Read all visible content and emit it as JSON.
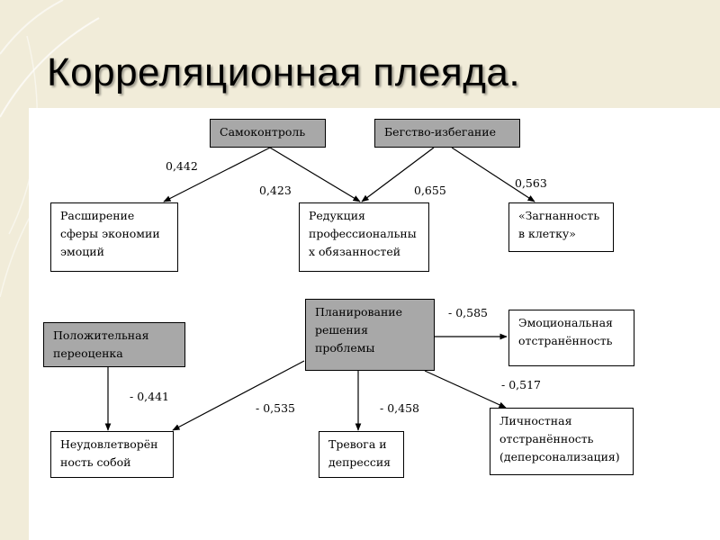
{
  "title": "Корреляционная плеяда.",
  "nodes": {
    "samokontrol": "Самоконтроль",
    "begstvo": "Бегство-избегание",
    "rasshirenie": "Расширение\nсферы экономии\nэмоций",
    "redukciya": "Редукция\nпрофессиональны\nх обязанностей",
    "zagnannost": "«Загнанность\nв клетку»",
    "pereocenka": "Положительная\nпереоценка",
    "planirovanie": "Планирование\nрешения\nпроблемы",
    "emo_otstr": "Эмоциональная\nотстранённость",
    "neudovl": "Неудовлетворён\nность собой",
    "trevoga": "Тревога и\nдепрессия",
    "lichn_otstr": "Личностная\nотстранённость\n(деперсонализация)"
  },
  "coefficients": {
    "c1": "0,442",
    "c2": "0,423",
    "c3": "0,655",
    "c4": "0,563",
    "c5": "- 0,585",
    "c6": "- 0,441",
    "c7": "- 0,535",
    "c8": "- 0,458",
    "c9": "- 0,517"
  },
  "colors": {
    "background": "#f1ecd9",
    "panel": "#ffffff",
    "gray_node": "#a8a8a8",
    "line": "#000000"
  }
}
